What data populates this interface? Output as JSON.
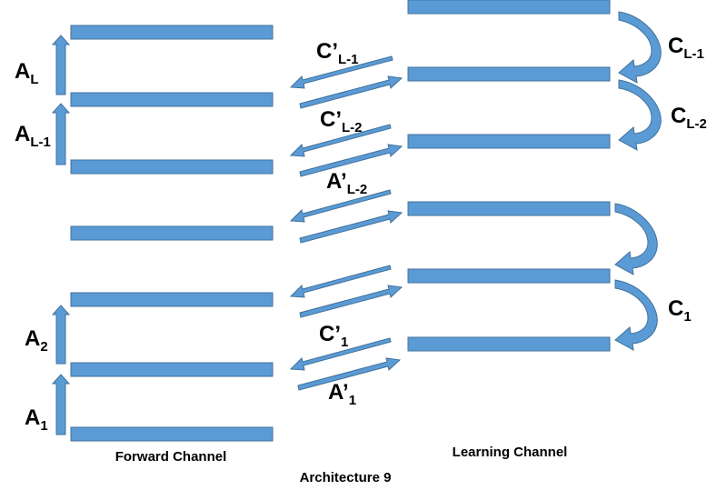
{
  "diagram": {
    "forward_channel_label": "Forward Channel",
    "learning_channel_label": "Learning Channel",
    "caption": "Architecture 9",
    "forward_labels": {
      "a_l": {
        "main": "A",
        "sub": "L"
      },
      "a_l1": {
        "main": "A",
        "sub": "L-1"
      },
      "a_2": {
        "main": "A",
        "sub": "2"
      },
      "a_1": {
        "main": "A",
        "sub": "1"
      }
    },
    "learning_labels": {
      "c_l1": {
        "main": "C",
        "sub": "L-1"
      },
      "c_l2": {
        "main": "C",
        "sub": "L-2"
      },
      "c_1": {
        "main": "C",
        "sub": "1"
      }
    },
    "channel_labels": {
      "cp_l1": {
        "main": "C’",
        "sub": "L-1"
      },
      "cp_l2": {
        "main": "C’",
        "sub": "L-2"
      },
      "ap_l2": {
        "main": "A’",
        "sub": "L-2"
      },
      "cp_1": {
        "main": "C’",
        "sub": "1"
      },
      "ap_1": {
        "main": "A’",
        "sub": "1"
      }
    },
    "colors": {
      "fill": "#5b9bd5",
      "stroke": "#41719c"
    }
  }
}
